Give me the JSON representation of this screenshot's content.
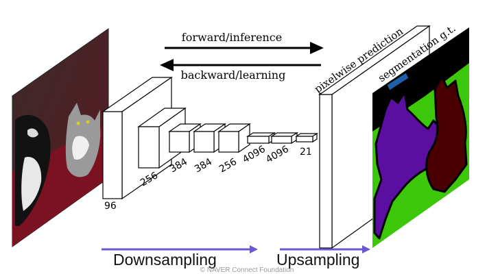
{
  "arrows": {
    "forward_label": "forward/inference",
    "backward_label": "backward/learning"
  },
  "layers": {
    "labels": [
      "96",
      "256",
      "384",
      "384",
      "256",
      "4096",
      "4096",
      "21"
    ]
  },
  "output": {
    "prediction_label": "pixelwise prediction",
    "ground_truth_label": "segmentation g.t."
  },
  "captions": {
    "downsampling": "Downsampling",
    "upsampling": "Upsampling"
  },
  "footer": {
    "copyright": "© NAVER Connect Foundation"
  },
  "colors": {
    "arrow_blue": "#6a5acd",
    "seg_dog": "#5a0fa0",
    "seg_cat": "#4a0000",
    "seg_background": "#3cc70a",
    "seg_boundary": "#000000",
    "seg_tag": "#1f5fa8"
  }
}
